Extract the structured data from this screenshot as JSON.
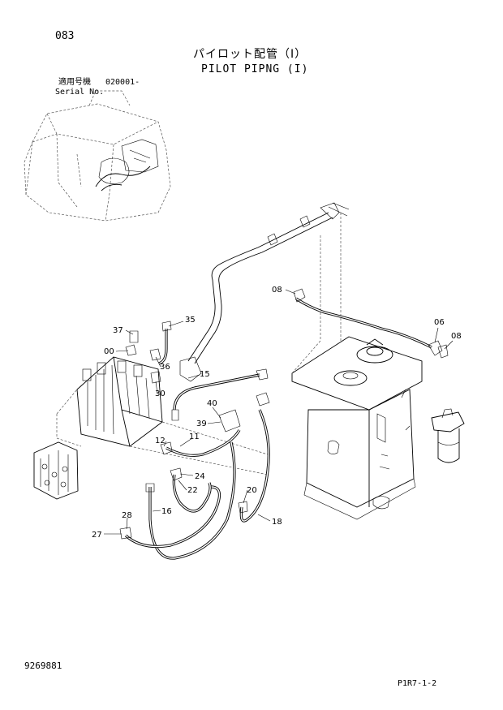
{
  "header": {
    "page_number": "083",
    "title_jp": "パイロット配管（Ⅰ）",
    "title_en": "PILOT PIPNG (I)",
    "serial_label_jp": "適用号機",
    "serial_number": "020001-",
    "serial_label_en": "Serial No."
  },
  "footer": {
    "document_number": "9269881",
    "reference": "P1R7-1-2"
  },
  "callouts": {
    "c08a": "08",
    "c06": "06",
    "c08b": "08",
    "c37": "37",
    "c35": "35",
    "c00": "00",
    "c36": "36",
    "c15": "15",
    "c30": "30",
    "c40": "40",
    "c39": "39",
    "c12": "12",
    "c11": "11",
    "c24": "24",
    "c22": "22",
    "c20": "20",
    "c28": "28",
    "c16": "16",
    "c27": "27",
    "c18": "18"
  }
}
